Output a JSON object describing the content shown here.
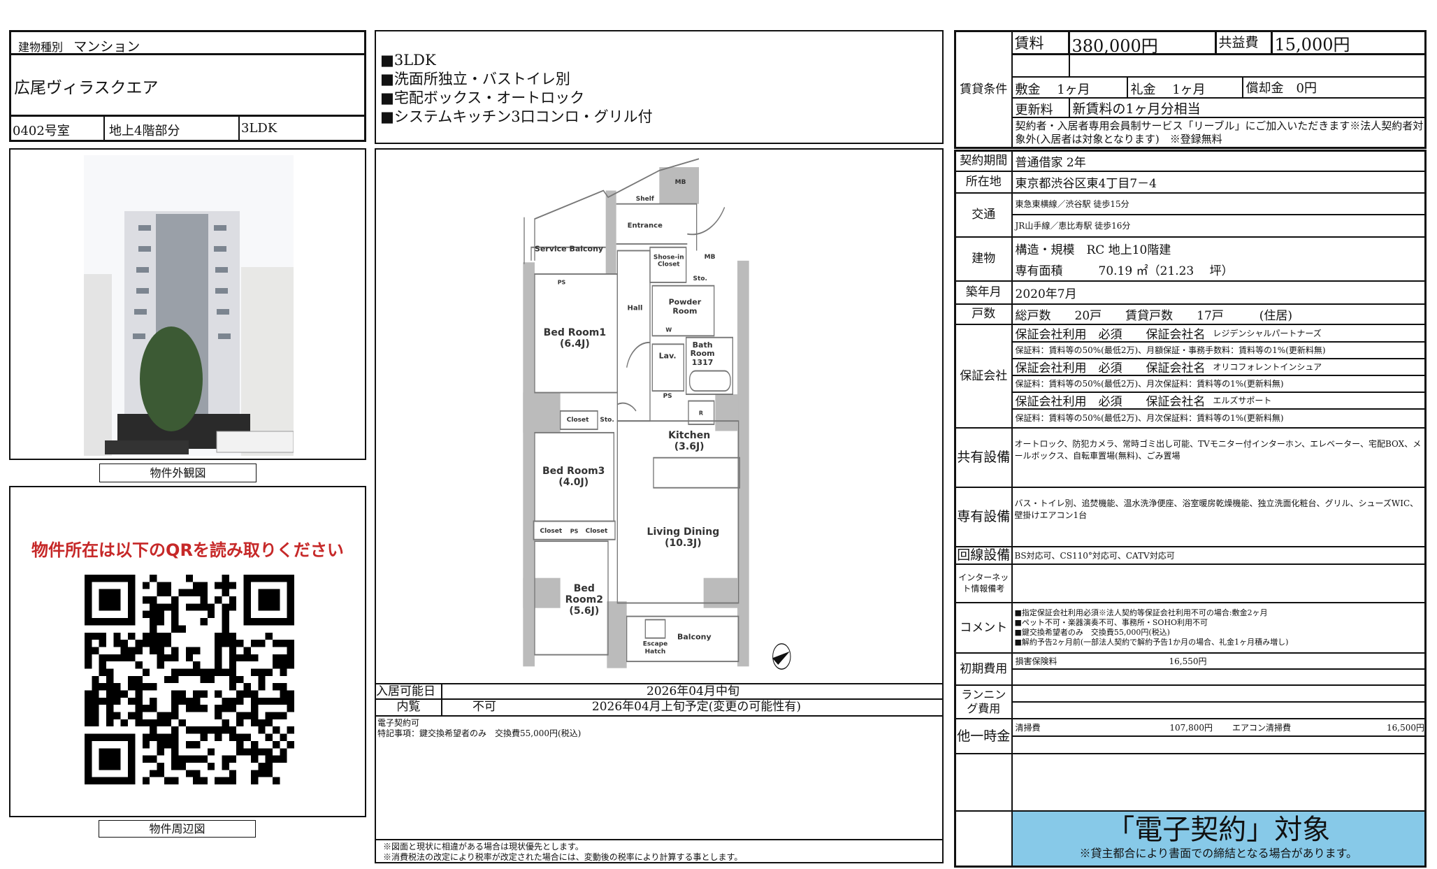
{
  "property": {
    "type_label": "建物種別",
    "type_value": "マンション",
    "name": "広尾ヴィラスクエア",
    "room": "0402号室",
    "floor": "地上4階部分",
    "layout": "3LDK"
  },
  "highlights": [
    "■3LDK",
    "■洗面所独立・バストイレ別",
    "■宅配ボックス・オートロック",
    "■システムキッチン3口コンロ・グリル付"
  ],
  "photo_caption": "物件外観図",
  "map": {
    "qr_heading": "物件所在は以下のQRを読み取りください",
    "caption": "物件周辺図",
    "heading_color": "#c62828"
  },
  "floorplan": {
    "labels": {
      "mb1": "MB",
      "shelf": "Shelf",
      "entrance": "Entrance",
      "service_balcony": "Service Balcony",
      "shoes_closet": "Shose-in Closet",
      "mb2": "MB",
      "sto1": "Sto.",
      "hall": "Hall",
      "powder": "Powder Room",
      "w": "W",
      "bed1": "Bed Room1",
      "bed1_size": "(6.4J)",
      "lav": "Lav.",
      "bath": "Bath Room 1317",
      "ps1": "PS",
      "ps2": "PS",
      "ps3": "PS",
      "closet1": "Closet",
      "sto2": "Sto.",
      "r": "R",
      "kitchen": "Kitchen",
      "kitchen_size": "(3.6J)",
      "bed3": "Bed Room3",
      "bed3_size": "(4.0J)",
      "closet2": "Closet",
      "closet3": "Closet",
      "living": "Living Dining",
      "living_size": "(10.3J)",
      "bed2": "Bed Room2",
      "bed2_size": "(5.6J)",
      "escape": "Escape Hatch",
      "balcony": "Balcony"
    },
    "compass_icon": "north-arrow-icon"
  },
  "availability": {
    "label": "入居可能日",
    "value": "2026年04月中旬"
  },
  "viewing": {
    "label": "内覧",
    "status": "不可",
    "value": "2026年04月上旬予定(変更の可能性有)"
  },
  "notes": [
    "電子契約可",
    "特記事項：鍵交換希望者のみ　交換費55,000円(税込)"
  ],
  "footer_notes": [
    "※図面と現状に相違がある場合は現状優先とします。",
    "※消費税法の改定により税率が改定された場合には、変動後の税率により計算する事とします。"
  ],
  "conditions": {
    "label": "賃貸条件",
    "rent_label": "賃料",
    "rent": "380,000円",
    "common_label": "共益費",
    "common": "15,000円",
    "deposit_label": "敷金",
    "deposit": "1ヶ月",
    "key_money_label": "礼金",
    "key_money": "1ヶ月",
    "amortization_label": "償却金",
    "amortization": "0円",
    "renewal_label": "更新料",
    "renewal": "新賃料の1ヶ月分相当",
    "membership": "契約者・入居者専用会員制サービス「リーブル」にご加入いただきます※法人契約者対象外(入居者は対象となります)　※登録無料"
  },
  "details": {
    "contract_label": "契約期間",
    "contract": "普通借家 2年",
    "address_label": "所在地",
    "address": "東京都渋谷区東4丁目7－4",
    "transport_label": "交通",
    "transport": [
      "東急東横線／渋谷駅 徒歩15分",
      "JR山手線／恵比寿駅 徒歩16分"
    ],
    "building_label": "建物",
    "structure": "構造・規模　RC 地上10階建",
    "area": "専有面積　　　70.19 ㎡（21.23　 坪）",
    "built_label": "築年月",
    "built": "2020年7月",
    "units_label": "戸数",
    "units": "総戸数　　20戸　　賃貸戸数　　17戸　　　(住居)",
    "guarantor_label": "保証会社",
    "guarantors": [
      {
        "head": "保証会社利用　必須　　保証会社名",
        "name": "レジデンシャルパートナーズ",
        "fee": "保証料：賃料等の50%(最低2万)、月額保証・事務手数料：賃料等の1%(更新料無)"
      },
      {
        "head": "保証会社利用　必須　　保証会社名",
        "name": "オリコフォレントインシュア",
        "fee": "保証料：賃料等の50%(最低2万)、月次保証料：賃料等の1%(更新料無)"
      },
      {
        "head": "保証会社利用　必須　　保証会社名",
        "name": "エルズサポート",
        "fee": "保証料：賃料等の50%(最低2万)、月次保証料：賃料等の1%(更新料無)"
      }
    ],
    "shared_label": "共有設備",
    "shared": "オートロック、防犯カメラ、常時ゴミ出し可能、TVモニター付インターホン、エレベーター、宅配BOX、メールボックス、自転車置場(無料)、ごみ置場",
    "private_label": "専有設備",
    "private": "バス・トイレ別、追焚機能、温水洗浄便座、浴室暖房乾燥機能、独立洗面化粧台、グリル、シューズWIC、壁掛けエアコン1台",
    "line_label": "回線設備",
    "line": "BS対応可、CS110°対応可、CATV対応可",
    "internet_label": "インターネット情報備考",
    "comment_label": "コメント",
    "comments": [
      "■指定保証会社利用必須※法人契約等保証会社利用不可の場合:敷金2ヶ月",
      "■ペット不可・楽器演奏不可、事務所・SOHO利用不可",
      "■鍵交換希望者のみ　交換費55,000円(税込)",
      "■解約予告2ヶ月前(一部法人契約で解約予告1か月の場合、礼金1ヶ月積み増し)"
    ],
    "initial_label": "初期費用",
    "initial_item": "損害保険料",
    "initial_value": "16,550円",
    "running_label": "ランニング費用",
    "other_label": "他一時金",
    "cleaning_label": "清掃費",
    "cleaning": "107,800円",
    "ac_label": "エアコン清掃費",
    "ac": "16,500円",
    "econtract_title": "「電子契約」対象",
    "econtract_note": "※貸主都合により書面での締結となる場合があります。",
    "econtract_color": "#87c9e8"
  }
}
